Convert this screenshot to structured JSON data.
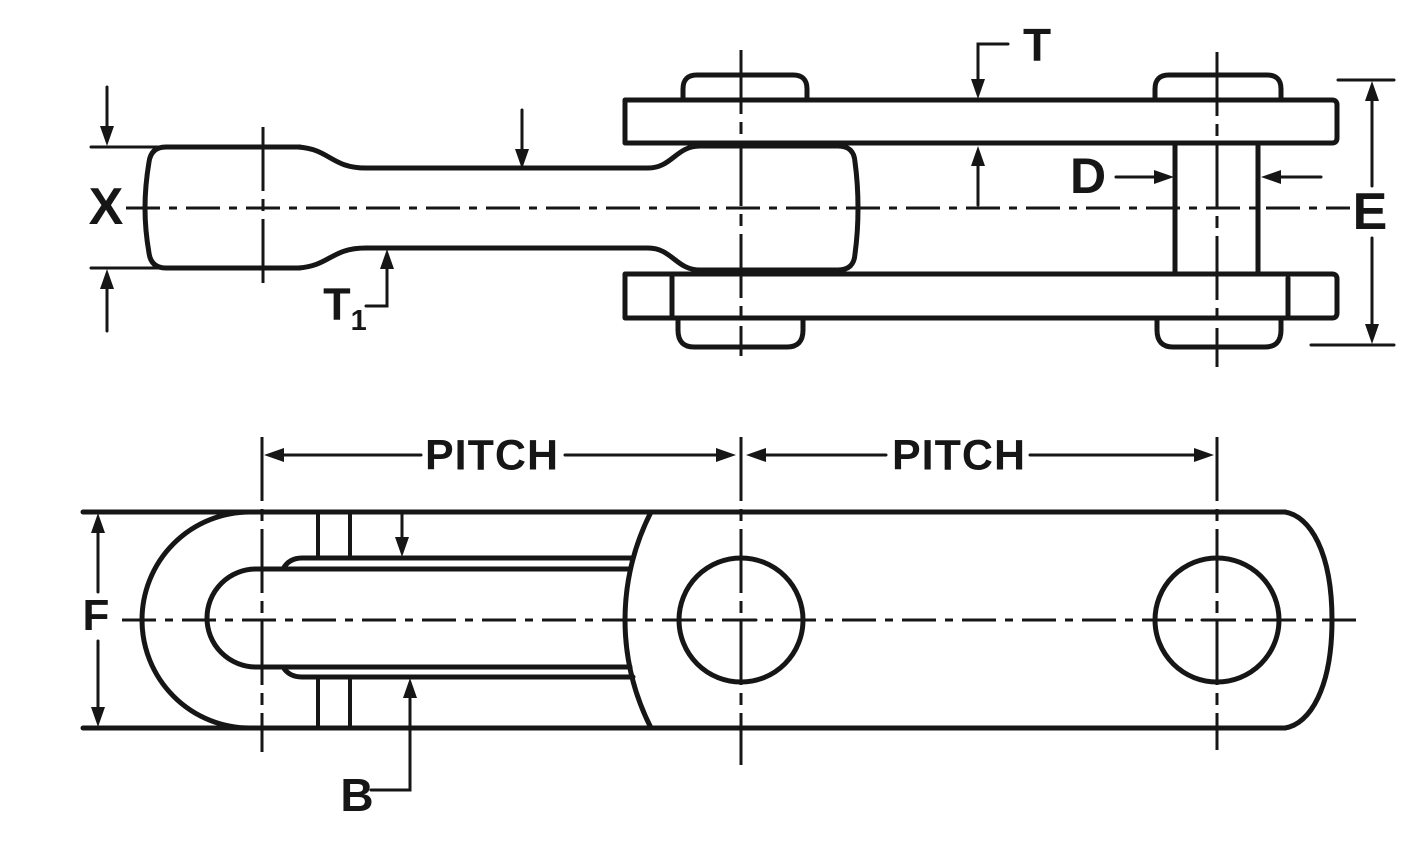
{
  "drawing": {
    "description": "Two-view engineering drawing of a pintle chain link (side elevation and plan view) with dimension callouts",
    "background_color": "#ffffff",
    "line_color": "#161616",
    "labels": {
      "x": "X",
      "t": "T",
      "t1_base": "T",
      "t1_sub": "1",
      "d": "D",
      "e": "E",
      "f": "F",
      "b": "B",
      "pitch_left": "PITCH",
      "pitch_right": "PITCH"
    }
  }
}
